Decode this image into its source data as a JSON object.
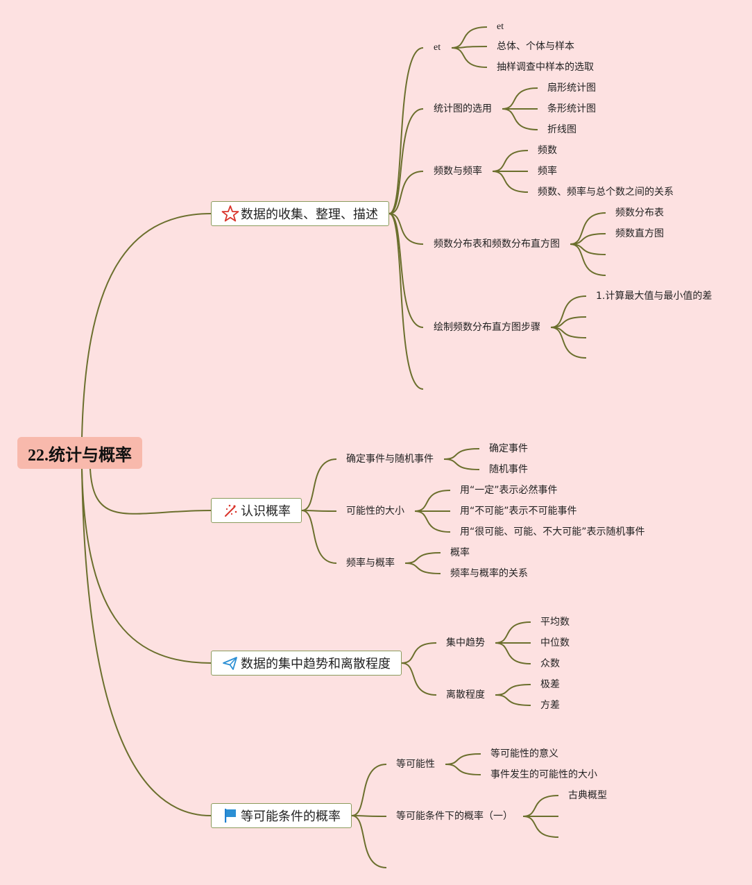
{
  "root": {
    "label": "22.统计与概率"
  },
  "colors": {
    "background": "#fde1e1",
    "root_fill": "#f8b9ac",
    "line": "#6b6f2d",
    "box_border": "#8a9a5b"
  },
  "branches": [
    {
      "label": "数据的收集、整理、描述",
      "icon": "star-icon",
      "topics": [
        {
          "label": "et",
          "children": [
            "et",
            "总体、个体与样本",
            "抽样调查中样本的选取"
          ]
        },
        {
          "label": "统计图的选用",
          "children": [
            "扇形统计图",
            "条形统计图",
            "折线图"
          ]
        },
        {
          "label": "频数与频率",
          "children": [
            "频数",
            "频率",
            "频数、频率与总个数之间的关系"
          ]
        },
        {
          "label": "频数分布表和频数分布直方图",
          "children": [
            "频数分布表",
            "频数直方图",
            "",
            ""
          ]
        },
        {
          "label": "绘制频数分布直方图步骤",
          "children": [
            "1.计算最大值与最小值的差",
            "",
            "",
            ""
          ]
        },
        {
          "label": "",
          "children": []
        }
      ]
    },
    {
      "label": "认识概率",
      "icon": "sparkle-icon",
      "topics": [
        {
          "label": "确定事件与随机事件",
          "children": [
            "确定事件",
            "随机事件"
          ]
        },
        {
          "label": "可能性的大小",
          "children": [
            "用“一定”表示必然事件",
            "用“不可能”表示不可能事件",
            "用“很可能、可能、不大可能”表示随机事件"
          ]
        },
        {
          "label": "频率与概率",
          "children": [
            "概率",
            "频率与概率的关系"
          ]
        }
      ]
    },
    {
      "label": "数据的集中趋势和离散程度",
      "icon": "paper-plane-icon",
      "topics": [
        {
          "label": "集中趋势",
          "children": [
            "平均数",
            "中位数",
            "众数"
          ]
        },
        {
          "label": "离散程度",
          "children": [
            "极差",
            "方差"
          ]
        }
      ]
    },
    {
      "label": "等可能条件的概率",
      "icon": "flag-icon",
      "topics": [
        {
          "label": "等可能性",
          "children": [
            "等可能性的意义",
            "事件发生的可能性的大小"
          ]
        },
        {
          "label": "等可能条件下的概率（一）",
          "children": [
            "古典概型",
            "",
            ""
          ]
        },
        {
          "label": "",
          "children": []
        }
      ]
    }
  ]
}
